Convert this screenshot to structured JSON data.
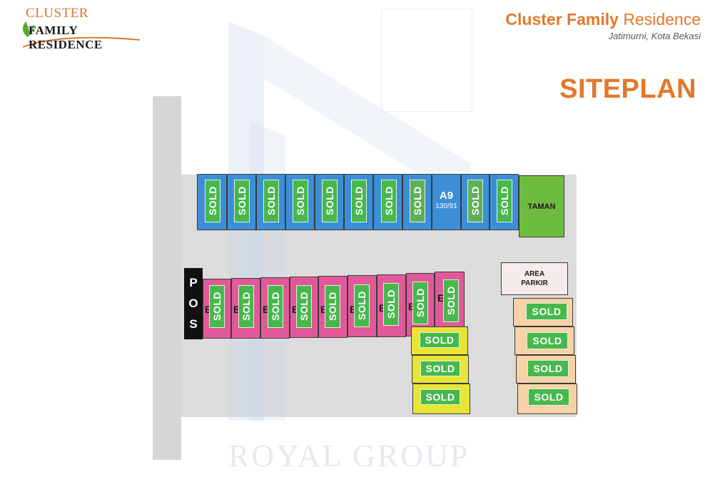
{
  "logo": {
    "line1": "CLUSTER",
    "line2": "FAMILY RESIDENCE"
  },
  "header": {
    "title_bold": "Cluster Family",
    "title_light": "Residence",
    "location": "Jatimurni, Kota Bekasi",
    "siteplan": "SITEPLAN"
  },
  "watermark": "ROYAL GROUP",
  "pos": [
    "P",
    "O",
    "S"
  ],
  "blocks": {
    "row_a": {
      "sold_label": "SOLD",
      "featured": {
        "code": "A9",
        "size": "130/91"
      }
    },
    "row_b": {
      "sold_label": "SOLD",
      "visible_codes": [
        "B",
        "B",
        "B",
        "B",
        "B",
        "B",
        "B",
        "B",
        "E"
      ]
    },
    "yellow": {
      "sold_label": "SOLD"
    },
    "beige": {
      "sold_label": "SOLD"
    }
  },
  "taman": "TAMAN",
  "parkir": {
    "line1": "AREA",
    "line2": "PARKIR"
  },
  "colors": {
    "accent": "#e3782b",
    "blue_lot": "#3c8fd6",
    "pink_lot": "#e2599a",
    "yellow_lot": "#e8e537",
    "beige_lot": "#f6d2a6",
    "green_park": "#6ebc3e",
    "sold_badge": "#46b84c",
    "road": "#d6d6d6"
  }
}
